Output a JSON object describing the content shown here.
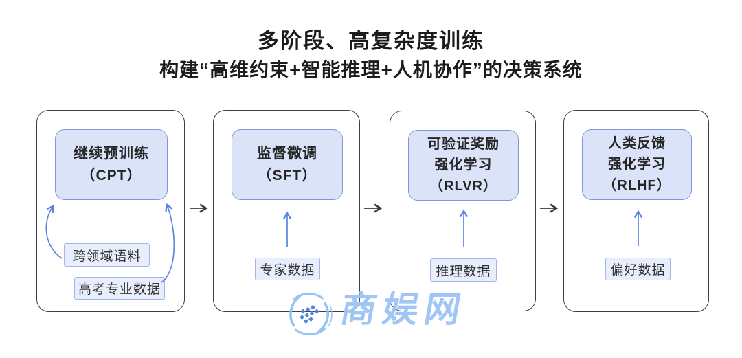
{
  "title": "多阶段、高复杂度训练",
  "subtitle": "构建“高维约束+智能推理+人机协作”的决策系统",
  "pipeline": {
    "stages": [
      {
        "id": "CPT",
        "name_lines": [
          "继续预训练",
          "（CPT）"
        ],
        "data_sources": [
          "跨领域语料",
          "高考专业数据"
        ]
      },
      {
        "id": "SFT",
        "name_lines": [
          "监督微调",
          "（SFT）"
        ],
        "data_sources": [
          "专家数据"
        ]
      },
      {
        "id": "RLVR",
        "name_lines": [
          "可验证奖励",
          "强化学习",
          "（RLVR）"
        ],
        "data_sources": [
          "推理数据"
        ]
      },
      {
        "id": "RLHF",
        "name_lines": [
          "人类反馈",
          "强化学习",
          "（RLHF）"
        ],
        "data_sources": [
          "偏好数据"
        ]
      }
    ]
  },
  "icons": {
    "stage_connector": "arrow-right-icon",
    "data_flow": "arrow-up-icon",
    "data_flow_curved": "curved-arrow-up-icon",
    "watermark_logo": "swirl-logo-icon"
  },
  "watermark": {
    "text": "商娱网"
  },
  "colors": {
    "stage_fill": "#dbe3f8",
    "stage_border": "#8196d8",
    "data_fill": "#e9eefc",
    "data_border": "#a3b5e6",
    "blue_arrow": "#5c85e0",
    "dark_arrow": "#3a3a3a",
    "container_border": "#3d3d3d",
    "watermark": "#9dc3f6",
    "title_text": "#1c1c1c"
  }
}
